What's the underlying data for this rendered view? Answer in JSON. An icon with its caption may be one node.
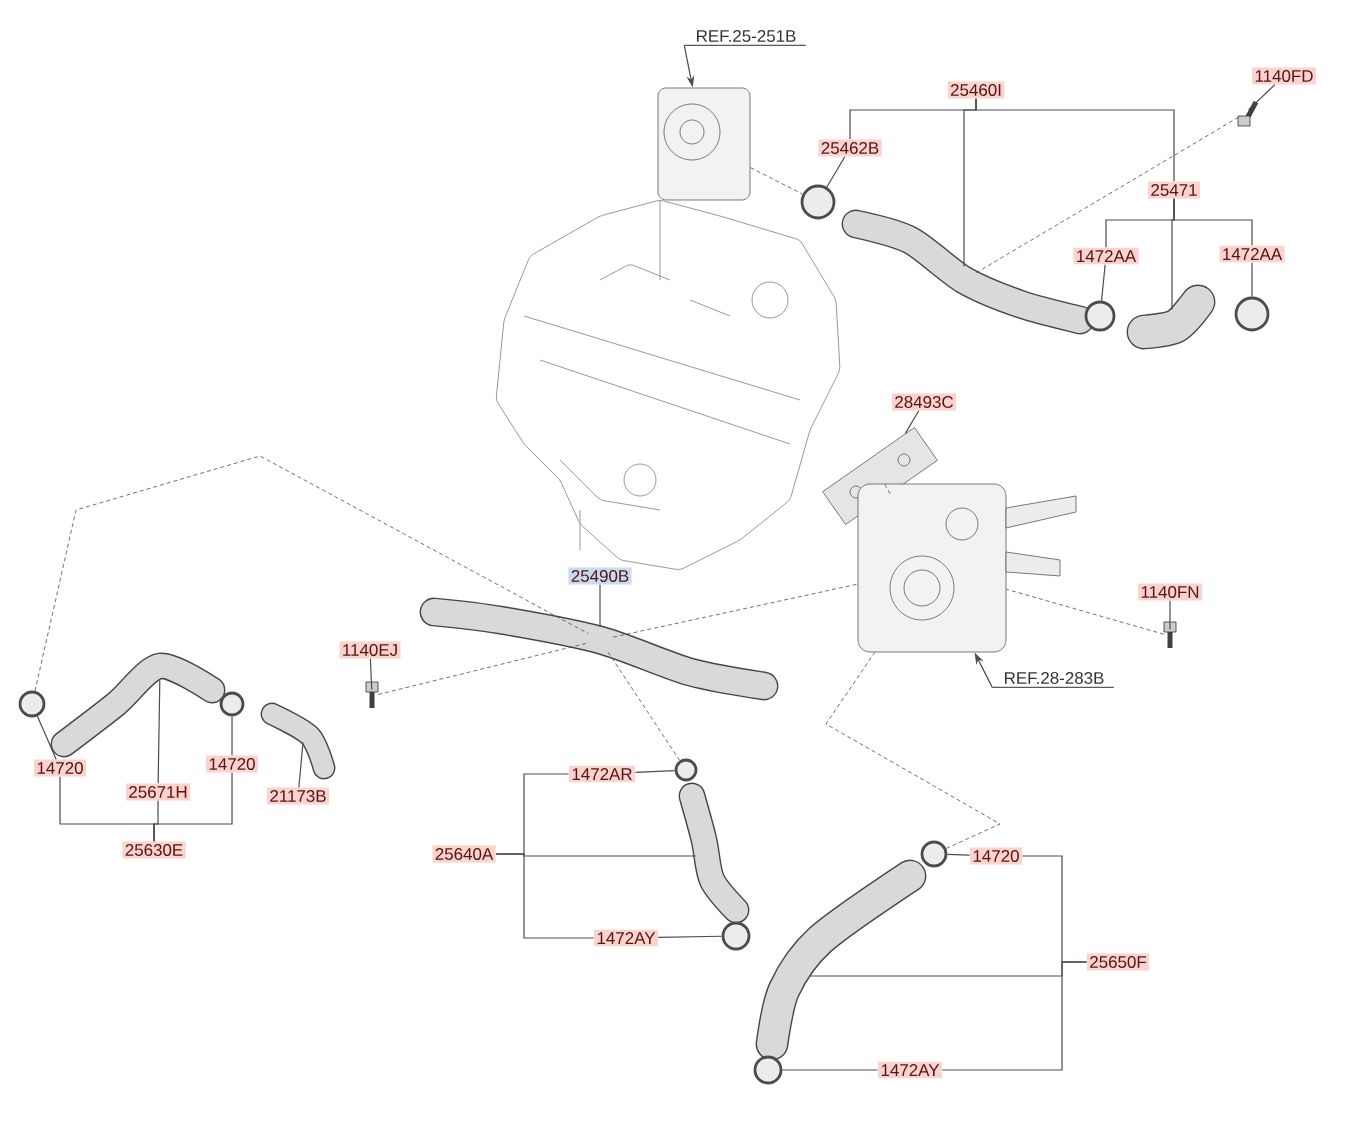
{
  "diagram": {
    "nodes": [
      {
        "text": [
          "REF.25-251B"
        ]
      },
      {
        "text": [
          "25460I"
        ]
      },
      {
        "text": [
          "1140FD"
        ]
      },
      {
        "text": [
          "25462B"
        ]
      },
      {
        "text": [
          "25471"
        ]
      },
      {
        "text": [
          "1472AA"
        ]
      },
      {
        "text": [
          "1472AA"
        ]
      },
      {
        "text": [
          "28493C"
        ]
      },
      {
        "text": [
          "25490B"
        ]
      },
      {
        "text": [
          "1140FN"
        ]
      },
      {
        "text": [
          "1140EJ"
        ]
      },
      {
        "text": [
          "REF.28-283B"
        ]
      },
      {
        "text": [
          "14720"
        ]
      },
      {
        "text": [
          "25671H"
        ]
      },
      {
        "text": [
          "14720"
        ]
      },
      {
        "text": [
          "21173B"
        ]
      },
      {
        "text": [
          "25630E"
        ]
      },
      {
        "text": [
          "1472AR"
        ]
      },
      {
        "text": [
          "25640A"
        ]
      },
      {
        "text": [
          "1472AY"
        ]
      },
      {
        "text": [
          "14720"
        ]
      },
      {
        "text": [
          "25650F"
        ]
      },
      {
        "text": [
          "1472AY"
        ]
      },
      {
        "text": [],
        "shape": "picture"
      },
      {
        "text": [],
        "shape": "circle"
      },
      {
        "text": [],
        "shape": "picture"
      },
      {
        "text": [],
        "shape": "picture"
      },
      {
        "text": [],
        "shape": "picture"
      },
      {
        "text": [],
        "shape": "circle"
      },
      {
        "text": [],
        "shape": "circle"
      },
      {
        "text": [],
        "shape": "picture"
      },
      {
        "text": [],
        "shape": "picture"
      },
      {
        "text": [],
        "shape": "picture"
      },
      {
        "text": [],
        "shape": "picture"
      },
      {
        "text": [],
        "shape": "picture"
      },
      {
        "text": [],
        "shape": "circle"
      },
      {
        "text": [],
        "shape": "picture"
      },
      {
        "text": [],
        "shape": "circle"
      },
      {
        "text": [],
        "shape": "picture"
      },
      {
        "text": [],
        "shape": "circle"
      },
      {
        "text": [],
        "shape": "picture"
      },
      {
        "text": [],
        "shape": "circle"
      },
      {
        "text": [],
        "shape": "circle"
      },
      {
        "text": [],
        "shape": "picture"
      },
      {
        "text": [],
        "shape": "circle"
      }
    ],
    "edges": [
      {
        "from": 0,
        "to": 23,
        "arrow": "to"
      },
      {
        "from": 1,
        "to": 3,
        "arrow": "none"
      },
      {
        "from": 1,
        "to": 25,
        "arrow": "none"
      },
      {
        "from": 1,
        "to": 4,
        "arrow": "none"
      },
      {
        "from": 2,
        "to": 26,
        "arrow": "none"
      },
      {
        "from": 3,
        "to": 24,
        "arrow": "none"
      },
      {
        "from": 4,
        "to": 5,
        "arrow": "none"
      },
      {
        "from": 4,
        "to": 27,
        "arrow": "none"
      },
      {
        "from": 4,
        "to": 6,
        "arrow": "none"
      },
      {
        "from": 5,
        "to": 28,
        "arrow": "none"
      },
      {
        "from": 6,
        "to": 29,
        "arrow": "none"
      },
      {
        "from": 7,
        "to": 30,
        "arrow": "none"
      },
      {
        "from": 8,
        "to": 32,
        "arrow": "none"
      },
      {
        "from": 9,
        "to": 33,
        "arrow": "none"
      },
      {
        "from": 10,
        "to": 34,
        "arrow": "none"
      },
      {
        "from": 11,
        "to": 31,
        "arrow": "to"
      },
      {
        "from": 12,
        "to": 35,
        "arrow": "none"
      },
      {
        "from": 13,
        "to": 36,
        "arrow": "none"
      },
      {
        "from": 14,
        "to": 37,
        "arrow": "none"
      },
      {
        "from": 15,
        "to": 38,
        "arrow": "none"
      },
      {
        "from": 16,
        "to": 12,
        "arrow": "none"
      },
      {
        "from": 16,
        "to": 13,
        "arrow": "none"
      },
      {
        "from": 16,
        "to": 14,
        "arrow": "none"
      },
      {
        "from": 17,
        "to": 39,
        "arrow": "none"
      },
      {
        "from": 18,
        "to": 17,
        "arrow": "none"
      },
      {
        "from": 18,
        "to": 40,
        "arrow": "none"
      },
      {
        "from": 18,
        "to": 19,
        "arrow": "none"
      },
      {
        "from": 19,
        "to": 41,
        "arrow": "none"
      },
      {
        "from": 20,
        "to": 42,
        "arrow": "none"
      },
      {
        "from": 21,
        "to": 20,
        "arrow": "none"
      },
      {
        "from": 21,
        "to": 43,
        "arrow": "none"
      },
      {
        "from": 21,
        "to": 22,
        "arrow": "none"
      },
      {
        "from": 22,
        "to": 44,
        "arrow": "none"
      },
      {
        "from": 23,
        "to": 24,
        "arrow": "none",
        "style": "dashed"
      },
      {
        "from": 26,
        "to": 25,
        "arrow": "none",
        "style": "dashed"
      },
      {
        "from": 30,
        "to": 31,
        "arrow": "none",
        "style": "dashed"
      },
      {
        "from": 33,
        "to": 31,
        "arrow": "none",
        "style": "dashed"
      },
      {
        "from": 34,
        "to": 32,
        "arrow": "none",
        "style": "dashed"
      },
      {
        "from": 35,
        "to": 32,
        "arrow": "none",
        "style": "dashed"
      },
      {
        "from": 32,
        "to": 31,
        "arrow": "none",
        "style": "dashed"
      },
      {
        "from": 39,
        "to": 32,
        "arrow": "none",
        "style": "dashed"
      },
      {
        "from": 42,
        "to": 31,
        "arrow": "none",
        "style": "dashed"
      }
    ]
  }
}
